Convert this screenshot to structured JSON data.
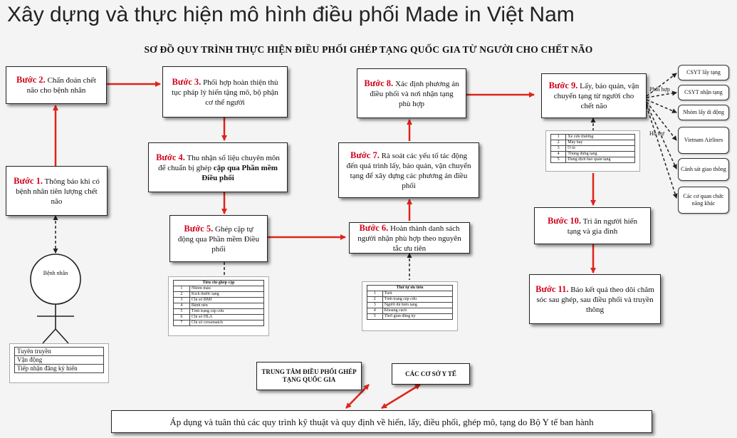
{
  "title": "Xây dựng và thực hiện mô hình điều phối Made in Việt Nam",
  "subtitle": "SƠ ĐỒ QUY TRÌNH THỰC HIỆN ĐIỀU PHỐI GHÉP TẠNG QUỐC GIA TỪ NGƯỜI CHO CHẾT NÃO",
  "steps": {
    "s1": {
      "label": "Bước 1.",
      "text": "Thông báo khi có bệnh nhân tiên lượng chết não"
    },
    "s2": {
      "label": "Bước 2.",
      "text": "Chẩn đoán chết não cho bệnh nhân"
    },
    "s3": {
      "label": "Bước 3.",
      "text": "Phối hợp hoàn thiện thủ tục pháp lý hiến tặng mô, bộ phận cơ thể người"
    },
    "s4": {
      "label": "Bước 4.",
      "text": "Thu nhận số liệu chuyên môn để chuẩn bị ghép",
      "text_bold": "cặp qua Phần mềm Điều phối"
    },
    "s5": {
      "label": "Bước 5.",
      "text": "Ghép cặp tự động qua Phần mềm Điều phối"
    },
    "s6": {
      "label": "Bước 6.",
      "text": "Hoàn thành danh sách người nhận phù hợp theo nguyên tắc ưu tiên"
    },
    "s7": {
      "label": "Bước 7.",
      "text": "Rà soát các yếu tố tác động đến quá trình lấy, bảo quản, vận chuyển tạng để xây dựng các phương án điều phối"
    },
    "s8": {
      "label": "Bước 8.",
      "text": "Xác định phương án điều phối và nơi nhận tạng phù hợp"
    },
    "s9": {
      "label": "Bước 9.",
      "text": "Lấy, bảo quản, vận chuyển tạng từ người cho chết não"
    },
    "s10": {
      "label": "Bước 10.",
      "text": "Tri ân người hiến tạng và gia đình"
    },
    "s11": {
      "label": "Bước 11.",
      "text": "Báo kết quả theo dõi chăm sóc sau ghép, sau điều phối và truyền thông"
    }
  },
  "patient": {
    "label": "Bệnh nhân"
  },
  "patient_list": [
    "Tuyên truyền",
    "Vận động",
    "Tiếp nhận đăng ký hiến"
  ],
  "table5": {
    "header": "Tiêu chí ghép cặp",
    "rows": [
      "Nhóm máu",
      "Kích thước tạng",
      "Chỉ số BMI",
      "Bệnh nền",
      "Tình trạng cấp cứu",
      "Chỉ số HLA",
      "Chỉ số crossmatch"
    ]
  },
  "table6": {
    "header": "Thứ tự ưu tiên",
    "rows": [
      "Tuổi",
      "Tình trạng cấp cứu",
      "Người đã hiến tạng",
      "Khoảng cách",
      "Thời gian đăng ký"
    ]
  },
  "table9": {
    "rows": [
      [
        "1",
        "Xe cứu thương"
      ],
      [
        "2",
        "Máy bay"
      ],
      [
        "3",
        "Ô tô"
      ],
      [
        "4",
        "Thùng đựng tạng"
      ],
      [
        "5",
        "Dung dịch bảo quản tạng"
      ]
    ]
  },
  "partners": [
    "CSYT lấy tạng",
    "CSYT nhận tạng",
    "Nhóm lấy di động",
    "Vietnam Airlines",
    "Cảnh sát giao thông",
    "Các cơ quan chức năng khác"
  ],
  "partner_labels": {
    "coordinate": "Phối hợp",
    "support": "Hỗ trợ"
  },
  "center_box": "TRUNG TÂM ĐIỀU PHỐI GHÉP TẠNG QUỐC GIA",
  "facilities_box": "CÁC CƠ SỞ Y TẾ",
  "bottom_text": "Áp dụng và tuân thủ các quy trình kỹ thuật và quy định về hiến, lấy, điều phối, ghép mô, tạng do Bộ Y tế ban hành",
  "colors": {
    "step_red": "#d0021b",
    "arrow_red": "#e0241b"
  }
}
